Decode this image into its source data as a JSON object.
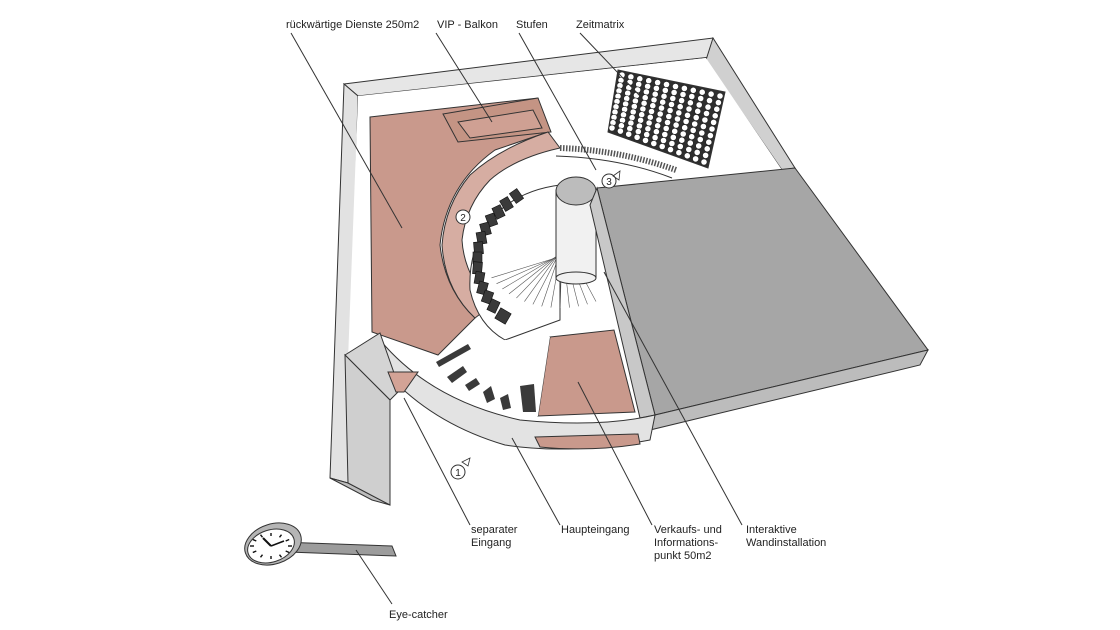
{
  "labels": {
    "rueckwaertige_dienste": "rückwärtige Dienste  250m2",
    "vip_balkon": "VIP - Balkon",
    "stufen": "Stufen",
    "zeitmatrix": "Zeitmatrix",
    "separater_eingang": [
      "separater",
      "Eingang"
    ],
    "haupteingang": "Haupteingang",
    "verkaufspunkt": [
      "Verkaufs-  und",
      "Informations-",
      "punkt  50m2"
    ],
    "interaktive_wand": [
      "Interaktive",
      "Wandinstallation"
    ],
    "eye_catcher": "Eye-catcher"
  },
  "markers": [
    "1",
    "2",
    "3"
  ],
  "colors": {
    "salmon": "#c9998c",
    "salmon_light": "#d6ada2",
    "wall_top": "#e9e9e9",
    "wall_side": "#c8c8c8",
    "roof": "#a6a6a6",
    "floor": "#ffffff",
    "dark_element": "#3a3a3a"
  }
}
